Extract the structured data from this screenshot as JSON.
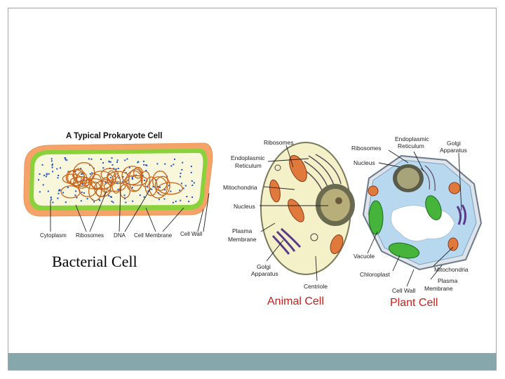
{
  "prokaryote": {
    "title": "A Typical Prokaryote Cell",
    "labels": {
      "cytoplasm": "Cytoplasm",
      "ribosomes": "Ribosomes",
      "dna": "DNA",
      "cell_membrane": "Cell Membrane",
      "cell_wall": "Cell Wall"
    },
    "caption": "Bacterial Cell"
  },
  "animal": {
    "title": "Animal Cell",
    "labels": {
      "ribosomes": "Ribosomes",
      "er_1": "Endoplasmic",
      "er_2": "Reticulum",
      "mitochondria": "Mitochondria",
      "nucleus": "Nucleus",
      "plasma_1": "Plasma",
      "plasma_2": "Membrane",
      "golgi_1": "Golgi",
      "golgi_2": "Apparatus",
      "centriole": "Centriole"
    }
  },
  "plant": {
    "title": "Plant Cell",
    "labels": {
      "er_1": "Endoplasmic",
      "er_2": "Reticulum",
      "ribosomes": "Ribosomes",
      "golgi_1": "Golgi",
      "golgi_2": "Apparatus",
      "nucleus": "Nucleus",
      "vacuole": "Vacuole",
      "chloroplast": "Chloroplast",
      "mitochondria": "Mitochondria",
      "plasma_1": "Plasma",
      "plasma_2": "Membrane",
      "cell_wall": "Cell Wall"
    }
  },
  "colors": {
    "footer": "#86a8ac",
    "title_red": "#c8201c",
    "wall_green": "#8ad23c",
    "wall_orange": "#f0a05a",
    "dna_orange": "#c8641e"
  }
}
